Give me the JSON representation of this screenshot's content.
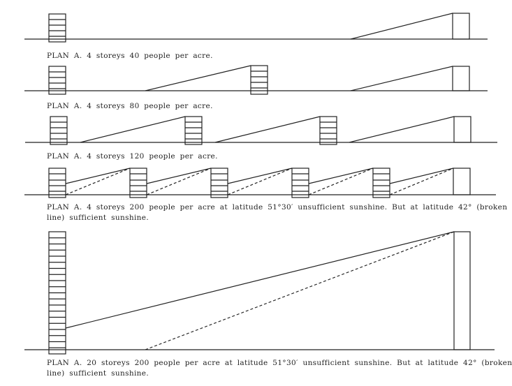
{
  "figure": {
    "ink_color": "#222222",
    "background": "#ffffff",
    "line_legend": {
      "solid": "latitude 51°30′ sun angle",
      "dashed": "latitude 42° sun angle (broken line)"
    },
    "panels": [
      {
        "id": "plan-a-4-storeys-40",
        "storeys": 4,
        "people_per_acre": 40,
        "buildings_shown": 1,
        "dashed_lines": false,
        "caption": "PLAN A.  4 storeys 40 people per acre."
      },
      {
        "id": "plan-a-4-storeys-80",
        "storeys": 4,
        "people_per_acre": 80,
        "buildings_shown": 2,
        "dashed_lines": false,
        "caption": "PLAN A.  4 storeys 80 people per acre."
      },
      {
        "id": "plan-a-4-storeys-120",
        "storeys": 4,
        "people_per_acre": 120,
        "buildings_shown": 3,
        "dashed_lines": false,
        "caption": "PLAN A.  4 storeys 120 people per acre."
      },
      {
        "id": "plan-a-4-storeys-200",
        "storeys": 4,
        "people_per_acre": 200,
        "buildings_shown": 5,
        "dashed_lines": true,
        "caption_line1": "PLAN A.  4 storeys 200 people per acre at latitude 51°30′ unsufficient sunshine.  But at latitude 42°  (broken",
        "caption_line2": "line)  sufficient sunshine."
      },
      {
        "id": "plan-a-20-storeys-200",
        "storeys": 20,
        "people_per_acre": 200,
        "buildings_shown": 1,
        "dashed_lines": true,
        "caption_line1": "PLAN A.  20 storeys 200 people per acre at latitude 51°30′ unsufficient sunshine.  But at latitude 42°  (broken",
        "caption_line2": "line)  sufficient sunshine."
      }
    ]
  }
}
